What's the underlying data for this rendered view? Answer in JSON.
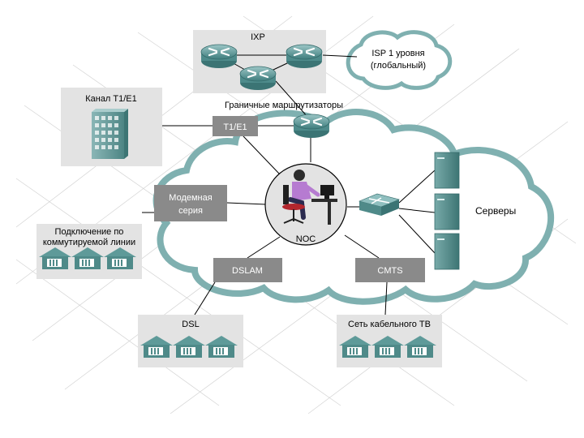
{
  "labels": {
    "ixp": "IXP",
    "isp_line1": "ISP 1 уровня",
    "isp_line2": "(глобальный)",
    "t1_channel": "Канал T1/E1",
    "border_routers": "Граничные маршрутизаторы",
    "t1_box": "T1/E1",
    "modem_line1": "Модемная",
    "modem_line2": "серия",
    "dialup_line1": "Подключение по",
    "dialup_line2": "коммутируемой линии",
    "noc": "NOC",
    "servers": "Серверы",
    "dslam": "DSLAM",
    "cmts": "CMTS",
    "dsl": "DSL",
    "cable_tv": "Сеть кабельного ТВ"
  },
  "icons": {
    "router": "router-icon",
    "switch": "switch-icon",
    "server": "server-icon",
    "building": "office-building-icon",
    "house": "house-icon",
    "operator": "noc-operator-icon"
  },
  "colors": {
    "cloud_stroke": "#7fb0b0",
    "gray_box": "#8a8a8a",
    "light_panel": "#e3e3e3",
    "device_teal": "#4f8f8f"
  }
}
